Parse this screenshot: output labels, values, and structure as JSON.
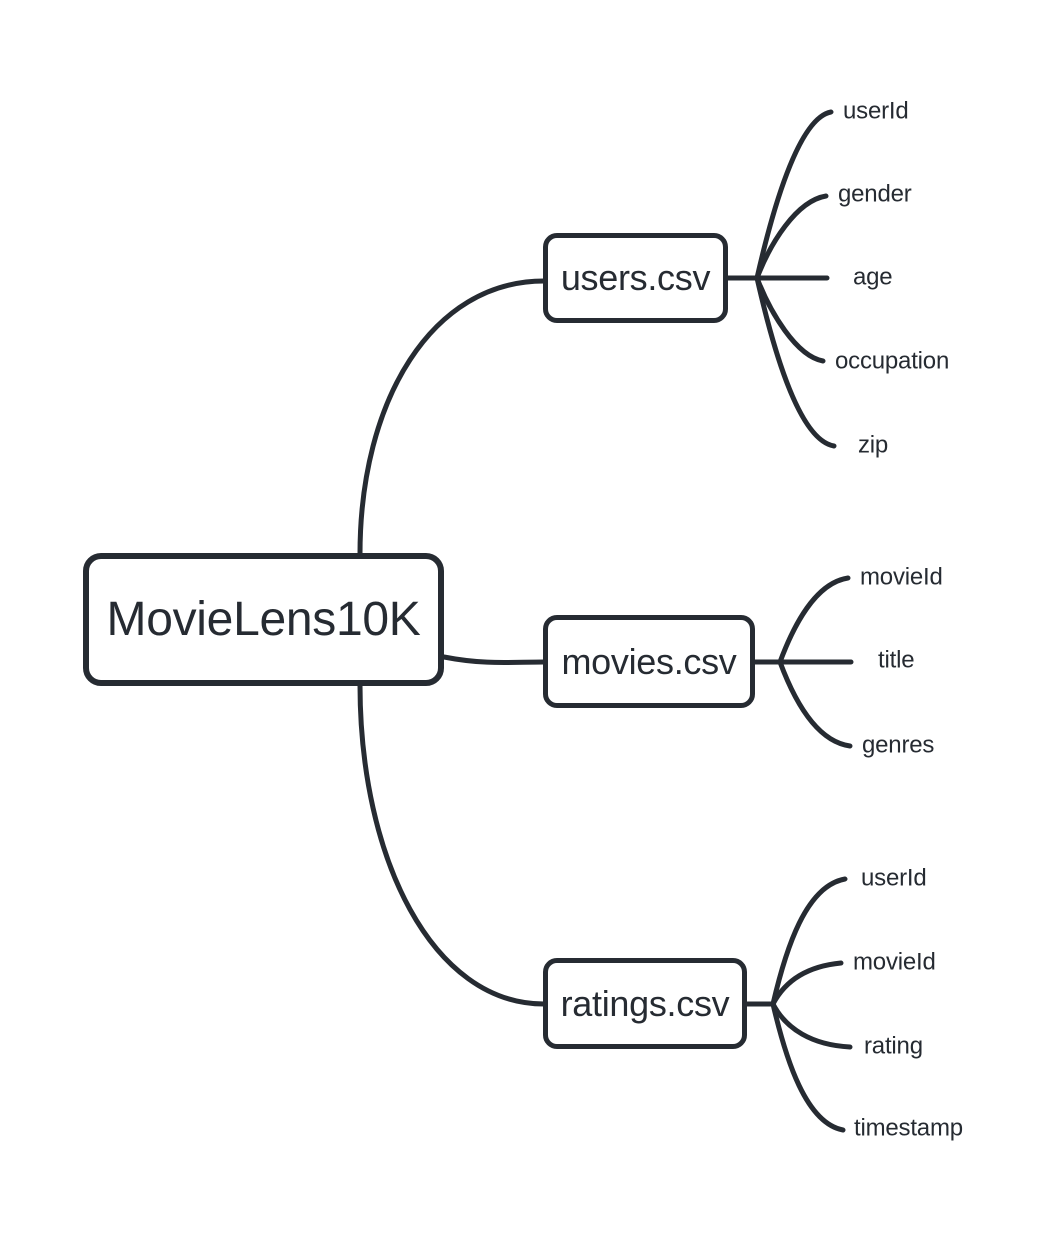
{
  "colors": {
    "ink": "#262b32",
    "canvas": "#ffffff"
  },
  "root": {
    "label": "MovieLens10K"
  },
  "branches": [
    {
      "label": "users.csv",
      "fields": [
        "userId",
        "gender",
        "age",
        "occupation",
        "zip"
      ]
    },
    {
      "label": "movies.csv",
      "fields": [
        "movieId",
        "title",
        "genres"
      ]
    },
    {
      "label": "ratings.csv",
      "fields": [
        "userId",
        "movieId",
        "rating",
        "timestamp"
      ]
    }
  ]
}
